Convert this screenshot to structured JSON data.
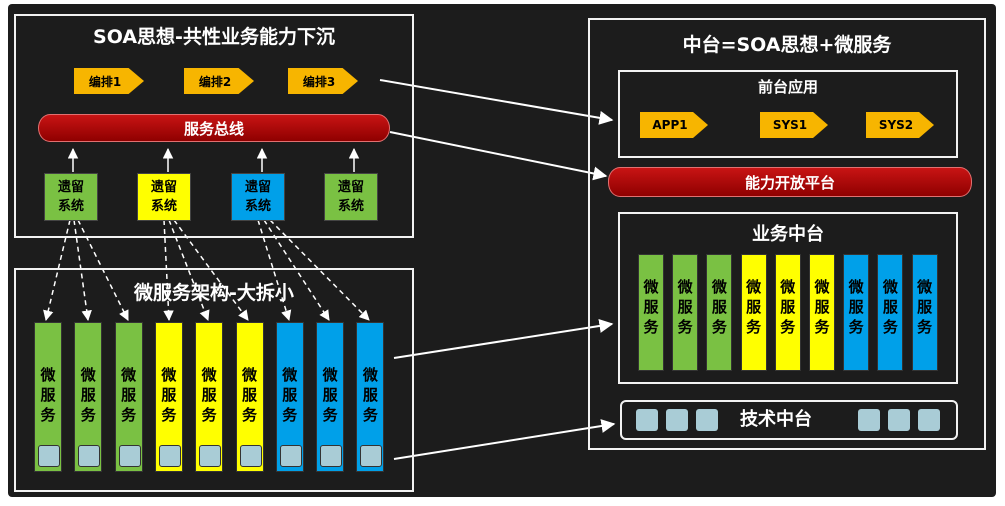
{
  "left_top": {
    "title": "SOA思想-共性业务能力下沉",
    "tags": [
      "编排1",
      "编排2",
      "编排3"
    ],
    "bus_label": "服务总线",
    "legacy_systems": [
      {
        "line1": "遗留",
        "line2": "系统",
        "color": "#7ac143"
      },
      {
        "line1": "遗留",
        "line2": "系统",
        "color": "#ffff00"
      },
      {
        "line1": "遗留",
        "line2": "系统",
        "color": "#00a0e9"
      },
      {
        "line1": "遗留",
        "line2": "系统",
        "color": "#7ac143"
      }
    ]
  },
  "left_bottom": {
    "title": "微服务架构-大拆小",
    "service_chars": [
      "微",
      "服",
      "务"
    ]
  },
  "right": {
    "title": "中台=SOA思想+微服务",
    "frontend": {
      "title": "前台应用",
      "apps": [
        "APP1",
        "SYS1",
        "SYS2"
      ]
    },
    "platform_label": "能力开放平台",
    "business": {
      "title": "业务中台"
    },
    "tech": {
      "title": "技术中台"
    }
  },
  "colors": {
    "green": "#7ac143",
    "yellow": "#ffff00",
    "blue": "#00a0e9",
    "orange": "#f7b500",
    "red": "#c00000",
    "block": "#a9ccd6"
  }
}
